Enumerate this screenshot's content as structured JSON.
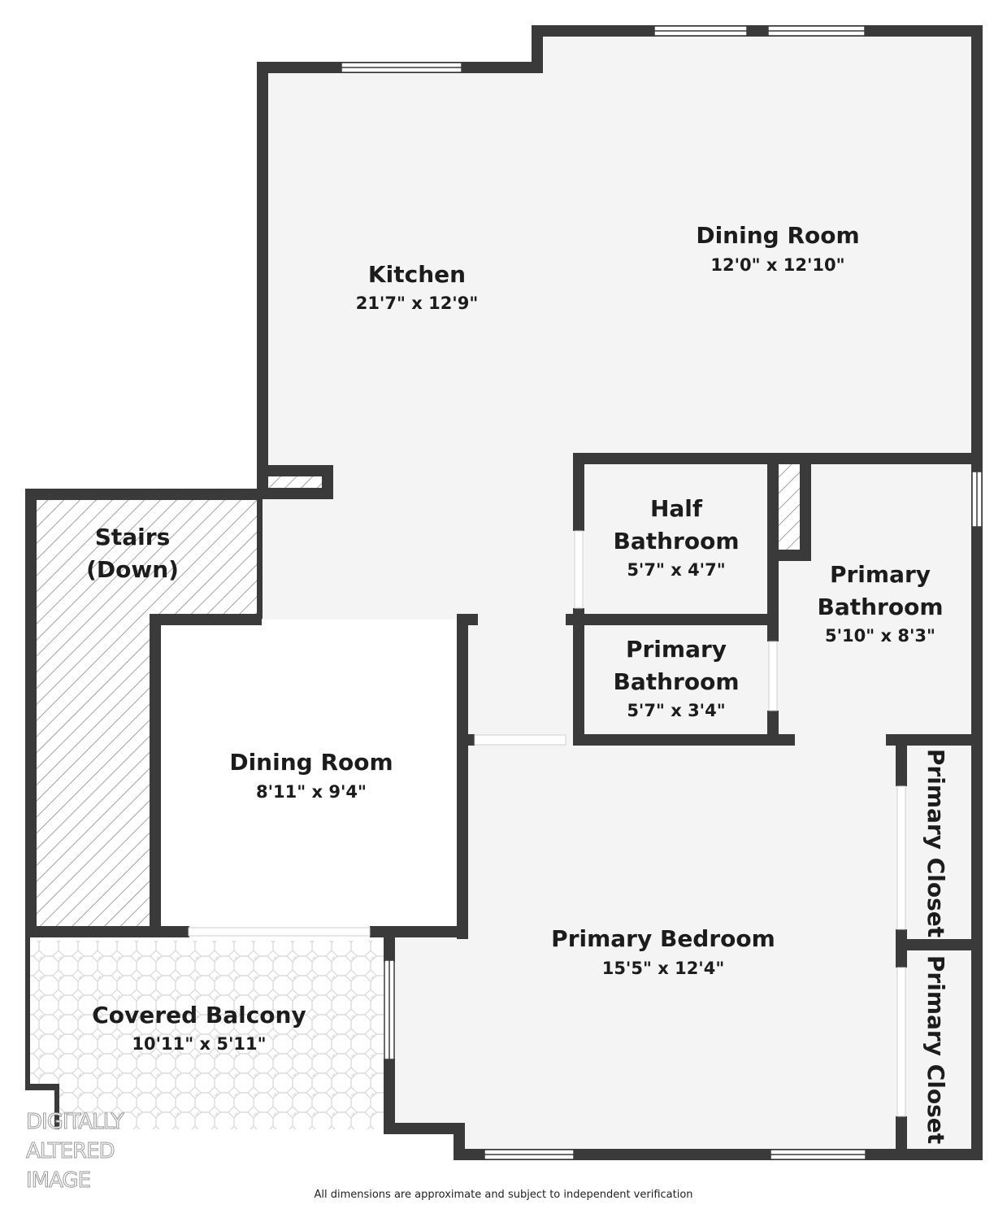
{
  "rooms": {
    "kitchen": {
      "name": "Kitchen",
      "dims": "21'7\" x 12'9\""
    },
    "dining_room_main": {
      "name": "Dining Room",
      "dims": "12'0\" x 12'10\""
    },
    "stairs": {
      "name_line1": "Stairs",
      "name_line2": "(Down)"
    },
    "half_bathroom": {
      "name_line1": "Half",
      "name_line2": "Bathroom",
      "dims": "5'7\" x 4'7\""
    },
    "primary_bathroom_small": {
      "name_line1": "Primary",
      "name_line2": "Bathroom",
      "dims": "5'7\" x 3'4\""
    },
    "primary_bathroom_large": {
      "name_line1": "Primary",
      "name_line2": "Bathroom",
      "dims": "5'10\" x 8'3\""
    },
    "dining_room_small": {
      "name": "Dining Room",
      "dims": "8'11\" x 9'4\""
    },
    "primary_bedroom": {
      "name": "Primary Bedroom",
      "dims": "15'5\" x 12'4\""
    },
    "covered_balcony": {
      "name": "Covered Balcony",
      "dims": "10'11\" x 5'11\""
    },
    "primary_closet_upper": {
      "name": "Primary Closet"
    },
    "primary_closet_lower": {
      "name": "Primary Closet"
    }
  },
  "watermark": {
    "line1": "DIGITALLY",
    "line2": "ALTERED",
    "line3": "IMAGE"
  },
  "footer": {
    "note": "All dimensions are approximate and subject to independent verification"
  },
  "colors": {
    "wall": "#3a3a3a",
    "floor": "#f4f4f4",
    "hatch": "#8a8a8a",
    "tile": "#d6d6d6"
  }
}
